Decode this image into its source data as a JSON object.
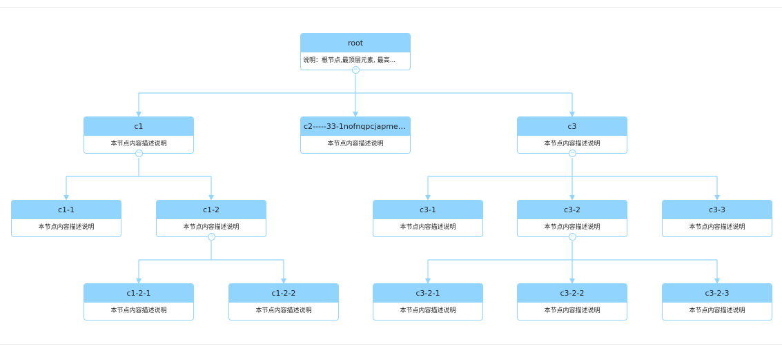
{
  "colors": {
    "node_header": "#91d5ff",
    "edge": "#91d5ff",
    "border": "#91d5ff"
  },
  "icons": {
    "collapse": "collapse-icon"
  },
  "collapse_symbol": "−",
  "nodes": {
    "root": {
      "title": "root",
      "desc": "说明：根节点,最顶层元素, 最高..."
    },
    "c1": {
      "title": "c1",
      "desc": "本节点内容描述说明"
    },
    "c2": {
      "title": "c2-----33-1nofnqpcjapme2...",
      "desc": "本节点内容描述说明"
    },
    "c3": {
      "title": "c3",
      "desc": "本节点内容描述说明"
    },
    "c1_1": {
      "title": "c1-1",
      "desc": "本节点内容描述说明"
    },
    "c1_2": {
      "title": "c1-2",
      "desc": "本节点内容描述说明"
    },
    "c3_1": {
      "title": "c3-1",
      "desc": "本节点内容描述说明"
    },
    "c3_2": {
      "title": "c3-2",
      "desc": "本节点内容描述说明"
    },
    "c3_3": {
      "title": "c3-3",
      "desc": "本节点内容描述说明"
    },
    "c1_2_1": {
      "title": "c1-2-1",
      "desc": "本节点内容描述说明"
    },
    "c1_2_2": {
      "title": "c1-2-2",
      "desc": "本节点内容描述说明"
    },
    "c3_2_1": {
      "title": "c3-2-1",
      "desc": "本节点内容描述说明"
    },
    "c3_2_2": {
      "title": "c3-2-2",
      "desc": "本节点内容描述说明"
    },
    "c3_2_3": {
      "title": "c3-2-3",
      "desc": "本节点内容描述说明"
    }
  }
}
